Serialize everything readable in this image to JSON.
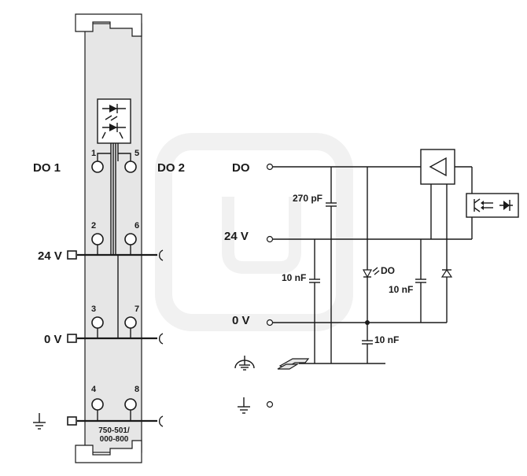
{
  "module": {
    "channel_labels": [
      "DO 1",
      "DO 2"
    ],
    "pins": [
      "1",
      "5",
      "2",
      "6",
      "3",
      "7",
      "4",
      "8"
    ],
    "supply_24v": "24 V",
    "supply_0v": "0 V",
    "part_number_line1": "750-501/",
    "part_number_line2": "000-800"
  },
  "schematic": {
    "do_label": "DO",
    "v24_label": "24 V",
    "v0_label": "0 V",
    "cap_270": "270 pF",
    "cap_10_left": "10 nF",
    "cap_10_right": "10 nF",
    "cap_10_bottom": "10 nF",
    "led_label": "DO"
  },
  "colors": {
    "module_fill": "#e6e6e6",
    "line": "#1a1a1a",
    "watermark": "#f0f0f0"
  }
}
